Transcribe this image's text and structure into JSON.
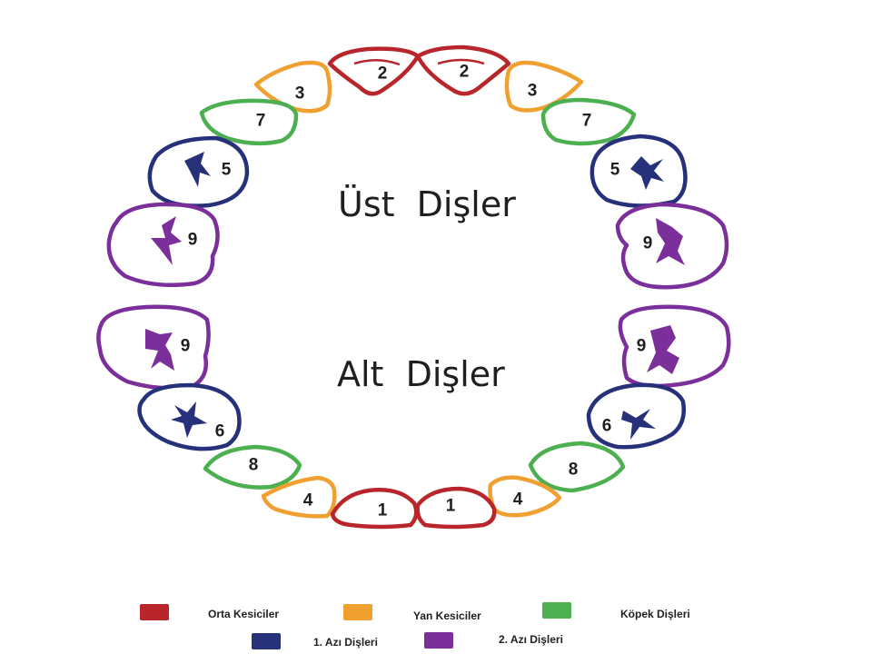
{
  "titles": {
    "upper": "Üst  Dişler",
    "lower": "Alt  Dişler"
  },
  "colors": {
    "central_incisor": "#b8262b",
    "lateral_incisor": "#f0a030",
    "canine": "#4caf50",
    "first_molar": "#26317a",
    "second_molar": "#7b2f9a"
  },
  "teeth": {
    "upper_right_central": "2",
    "upper_left_central": "2",
    "upper_right_lateral": "3",
    "upper_left_lateral": "3",
    "upper_right_canine": "7",
    "upper_left_canine": "7",
    "upper_right_first_molar": "5",
    "upper_left_first_molar": "5",
    "upper_right_second_molar": "9",
    "upper_left_second_molar": "9",
    "lower_right_central": "1",
    "lower_left_central": "1",
    "lower_right_lateral": "4",
    "lower_left_lateral": "4",
    "lower_right_canine": "8",
    "lower_left_canine": "8",
    "lower_right_first_molar": "6",
    "lower_left_first_molar": "6",
    "lower_right_second_molar": "9",
    "lower_left_second_molar": "9"
  },
  "legend": [
    {
      "label": "Orta Kesiciler",
      "color": "#b8262b"
    },
    {
      "label": "Yan Kesiciler",
      "color": "#f0a030"
    },
    {
      "label": "Köpek Dişleri",
      "color": "#4caf50"
    },
    {
      "label": "1. Azı Dişleri",
      "color": "#26317a"
    },
    {
      "label": "2. Azı Dişleri",
      "color": "#7b2f9a"
    }
  ]
}
